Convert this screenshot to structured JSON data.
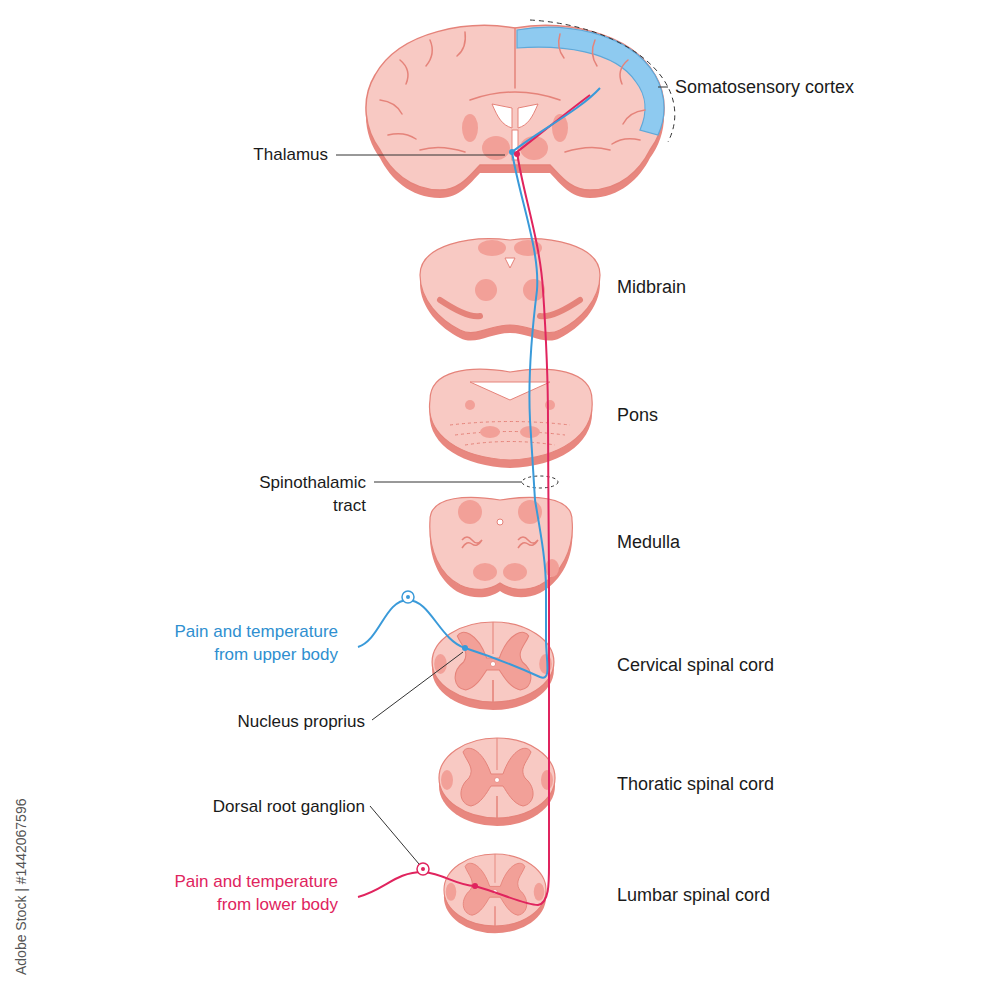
{
  "diagram": {
    "labels": [
      "Somatosensory cortex",
      "Thalamus",
      "Midbrain",
      "Pons",
      "Spinothalamic tract",
      "Medulla",
      "Pain and temperature from upper body",
      "Cervical spinal cord",
      "Nucleus proprius",
      "Thoratic spinal cord",
      "Dorsal root ganglion",
      "Pain and temperature from lower body",
      "Lumbar spinal cord",
      "Adobe Stock | #1442067596"
    ]
  }
}
